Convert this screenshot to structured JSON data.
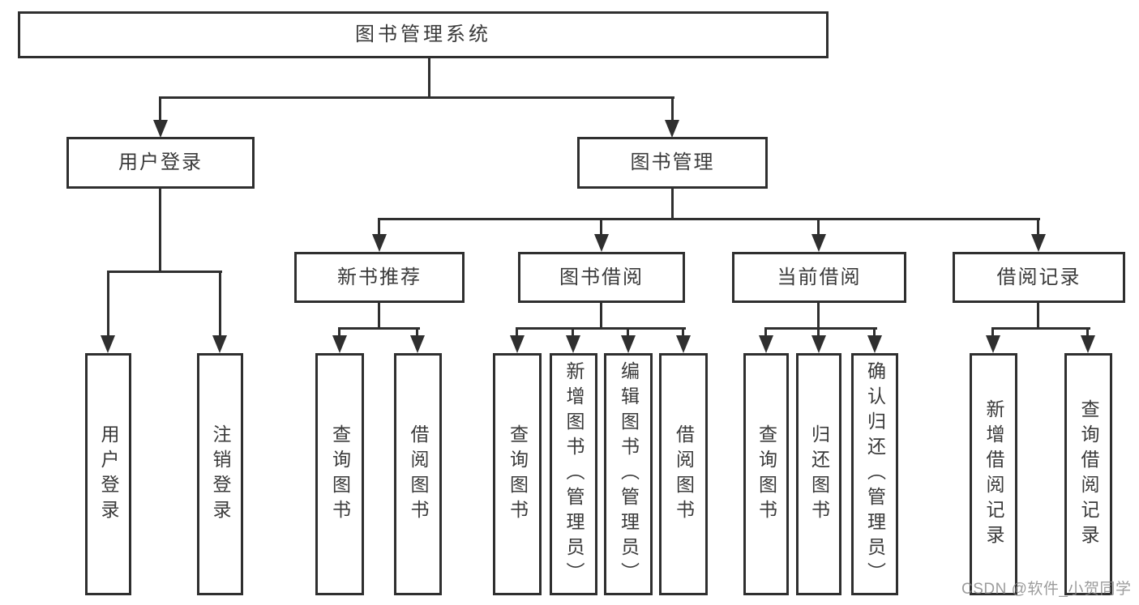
{
  "diagram_title": "图书管理系统",
  "tree": {
    "label": "图书管理系统",
    "children": [
      {
        "label": "用户登录",
        "children": [
          {
            "label": "用户登录"
          },
          {
            "label": "注销登录"
          }
        ]
      },
      {
        "label": "图书管理",
        "children": [
          {
            "label": "新书推荐",
            "children": [
              {
                "label": "查询图书"
              },
              {
                "label": "借阅图书"
              }
            ]
          },
          {
            "label": "图书借阅",
            "children": [
              {
                "label": "查询图书"
              },
              {
                "label": "新增图书（管理员）"
              },
              {
                "label": "编辑图书（管理员）"
              },
              {
                "label": "借阅图书"
              }
            ]
          },
          {
            "label": "当前借阅",
            "children": [
              {
                "label": "查询图书"
              },
              {
                "label": "归还图书"
              },
              {
                "label": "确认归还（管理员）"
              }
            ]
          },
          {
            "label": "借阅记录",
            "children": [
              {
                "label": "新增借阅记录"
              },
              {
                "label": "查询借阅记录"
              }
            ]
          }
        ]
      }
    ]
  },
  "watermark": "CSDN @软件_小贺同学",
  "colors": {
    "background": "#ffffff",
    "line": "#2f2f2f",
    "box_border": "#2f2f2f",
    "text": "#3a3a3a",
    "watermark": "#868686"
  }
}
